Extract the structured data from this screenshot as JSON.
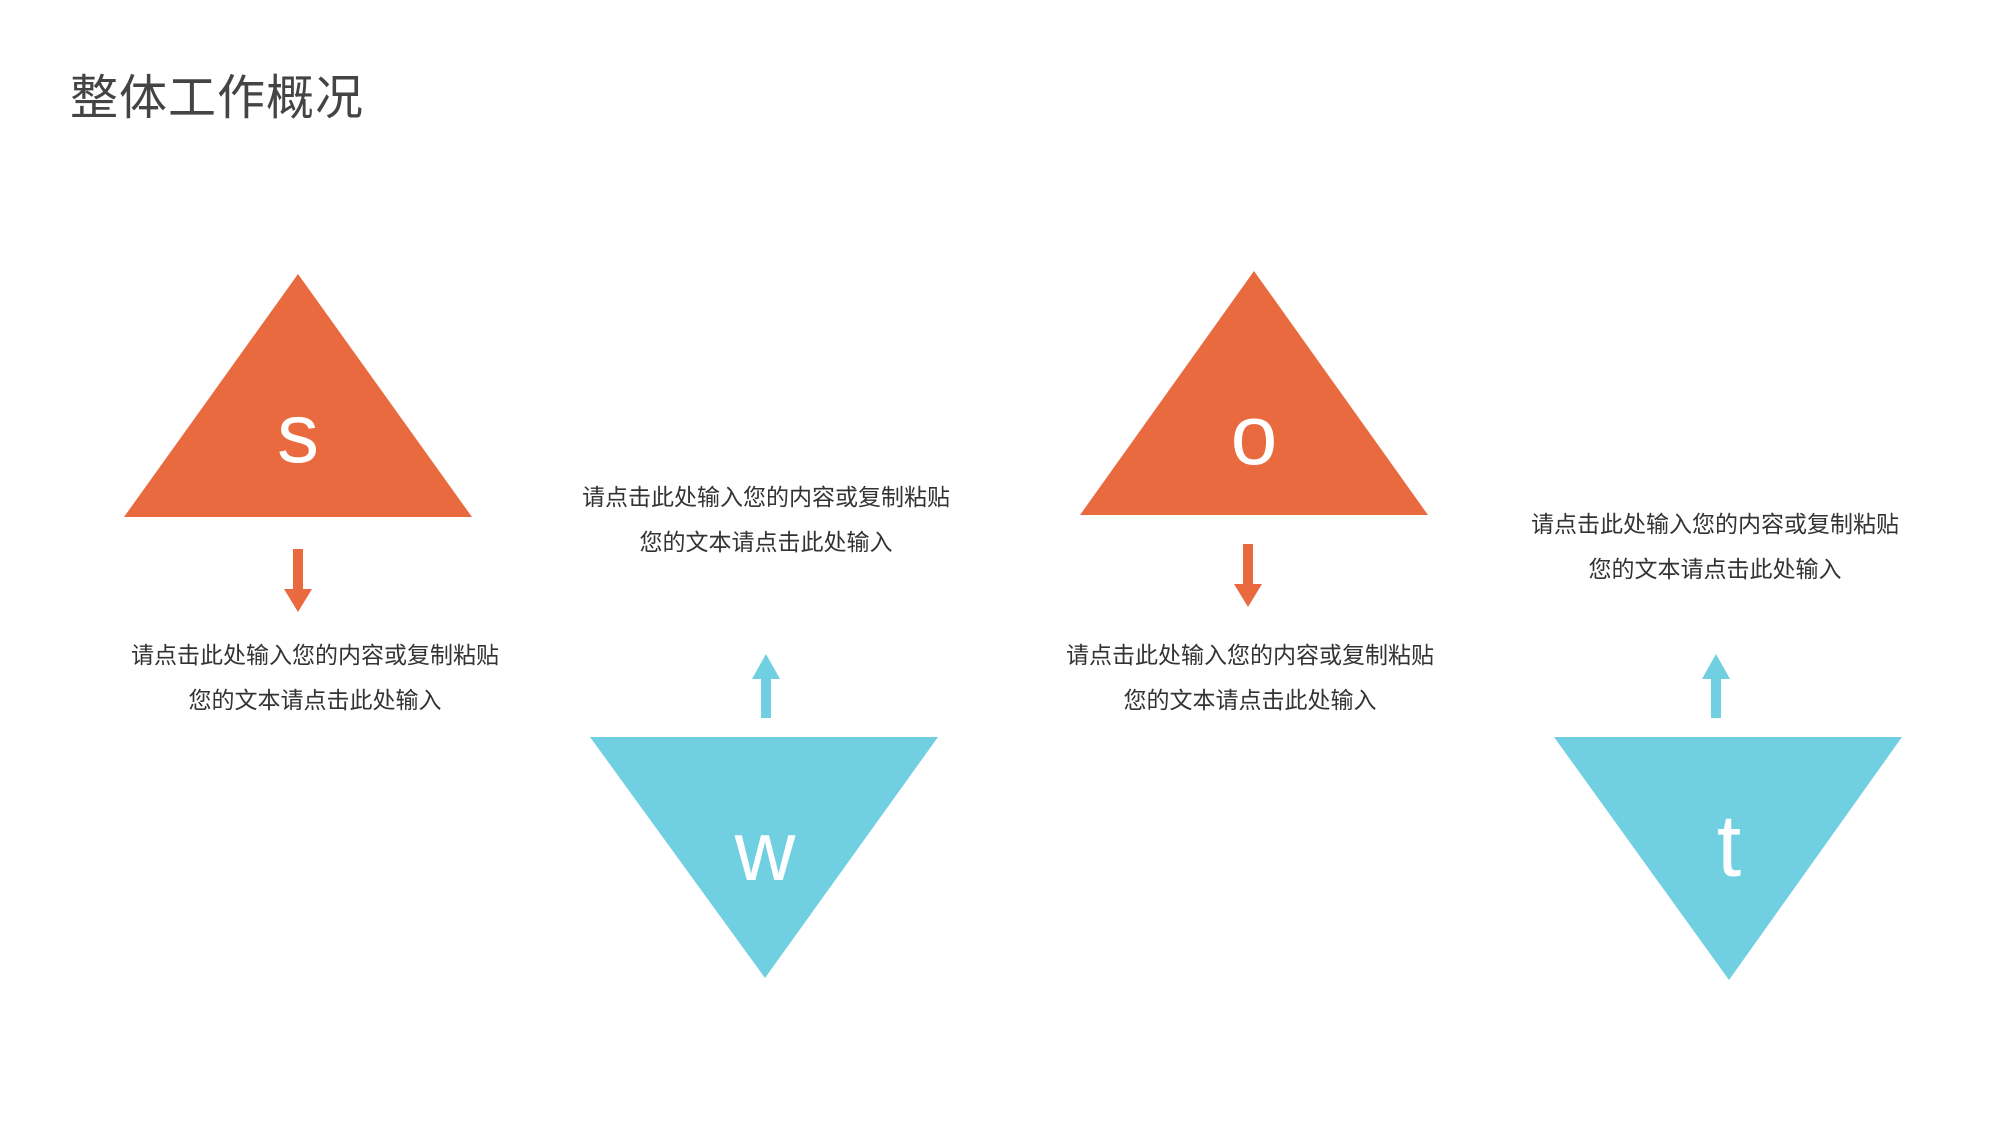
{
  "slide": {
    "title": "整体工作概况"
  },
  "colors": {
    "orange": "#E96A3F",
    "blue": "#71CFE2",
    "letter": "#FFFFFF"
  },
  "items": [
    {
      "letter": "s",
      "color": "orange",
      "orientation": "up",
      "arrow_icon": "arrow-down-icon",
      "line1": "请点击此处输入您的内容或复制粘贴",
      "line2": "您的文本请点击此处输入"
    },
    {
      "letter": "w",
      "color": "blue",
      "orientation": "down",
      "arrow_icon": "arrow-up-icon",
      "line1": "请点击此处输入您的内容或复制粘贴",
      "line2": "您的文本请点击此处输入"
    },
    {
      "letter": "o",
      "color": "orange",
      "orientation": "up",
      "arrow_icon": "arrow-down-icon",
      "line1": "请点击此处输入您的内容或复制粘贴",
      "line2": "您的文本请点击此处输入"
    },
    {
      "letter": "t",
      "color": "blue",
      "orientation": "down",
      "arrow_icon": "arrow-up-icon",
      "line1": "请点击此处输入您的内容或复制粘贴",
      "line2": "您的文本请点击此处输入"
    }
  ]
}
